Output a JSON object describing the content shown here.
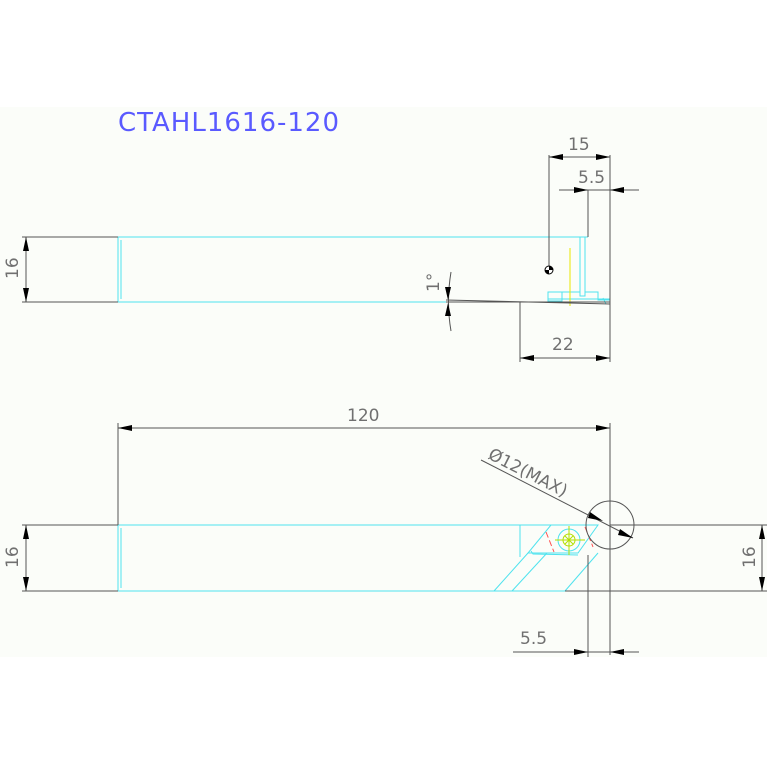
{
  "title": "CTAHL1616-120",
  "colors": {
    "title": "#5a5aff",
    "outline": "#4fe3ee",
    "dimension": "#555555",
    "centerline": "#e8e800",
    "hidden_red": "#ff5050",
    "background": "#fbfdf9"
  },
  "side_view": {
    "height_dim": "16",
    "dim_15": "15",
    "dim_5_5": "5.5",
    "dim_22": "22",
    "angle": "1°"
  },
  "top_view": {
    "length_dim": "120",
    "left_height_dim": "16",
    "right_height_dim": "16",
    "diameter_label": "Ø12(MAX)",
    "offset_dim": "5.5"
  }
}
